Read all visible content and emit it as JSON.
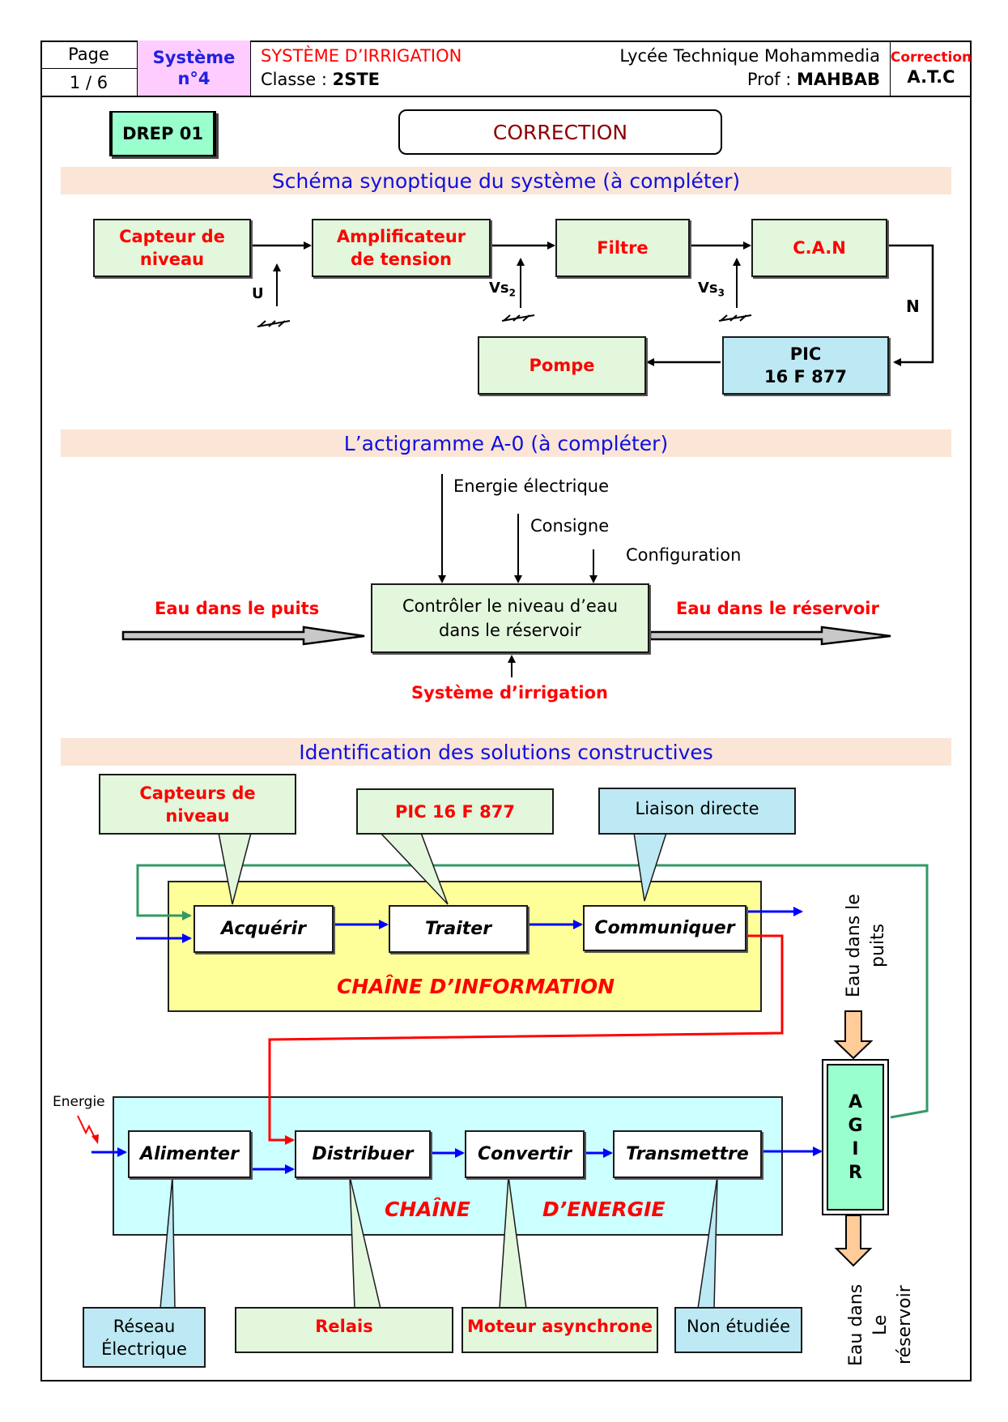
{
  "header": {
    "page_label": "Page",
    "page_value": "1 / 6",
    "system_label": "Système",
    "system_number": "n°4",
    "title": "SYSTÈME D’IRRIGATION",
    "class_label": "Classe : ",
    "class_value": "2STE",
    "school": "Lycée Technique Mohammedia",
    "prof_label": "Prof : ",
    "prof_value": "MAHBAB",
    "correction_label": "Correction",
    "subject": "A.T.C"
  },
  "doc_tag": "DREP 01",
  "correction_banner": "CORRECTION",
  "sections": {
    "synoptic_title": "Schéma synoptique du système (à compléter)",
    "actigram_title": "L’actigramme A-0 (à compléter)",
    "solutions_title": "Identification des solutions constructives"
  },
  "synoptic": {
    "blocks": {
      "sensor": [
        "Capteur de",
        "niveau"
      ],
      "amplifier": [
        "Amplificateur",
        "de tension"
      ],
      "filter": [
        "Filtre"
      ],
      "adc": [
        "C.A.N"
      ],
      "pump": [
        "Pompe"
      ],
      "pic": [
        "PIC",
        "16 F 877"
      ]
    },
    "signals": {
      "u": "U",
      "vs2_base": "Vs",
      "vs2_sub": "2",
      "vs3_base": "Vs",
      "vs3_sub": "3",
      "n": "N"
    }
  },
  "actigram": {
    "function": [
      "Contrôler le niveau d’eau",
      "dans le réservoir"
    ],
    "input": "Eau dans le puits",
    "output": "Eau dans le réservoir",
    "controls": [
      "Energie électrique",
      "Consigne",
      "Configuration"
    ],
    "support": "Système d’irrigation"
  },
  "solutions": {
    "info_chain_label": "CHAÎNE D’INFORMATION",
    "energy_chain_label_1": "CHAÎNE",
    "energy_chain_label_2": "D’ENERGIE",
    "info_functions": [
      "Acquérir",
      "Traiter",
      "Communiquer"
    ],
    "energy_functions": [
      "Alimenter",
      "Distribuer",
      "Convertir",
      "Transmettre"
    ],
    "info_callouts": [
      {
        "text": [
          "Capteurs de",
          "niveau"
        ]
      },
      {
        "text": [
          "PIC 16 F 877"
        ]
      },
      {
        "text": [
          "Liaison directe"
        ]
      }
    ],
    "energy_callouts": [
      {
        "text": [
          "Réseau",
          "Électrique"
        ]
      },
      {
        "text": [
          "Relais"
        ]
      },
      {
        "text": [
          "Moteur asynchrone"
        ]
      },
      {
        "text": [
          "Non étudiée"
        ]
      }
    ],
    "energy_input": "Energie",
    "act_letters": [
      "A",
      "G",
      "I",
      "R"
    ],
    "water_in": [
      "Eau dans le",
      "puits"
    ],
    "water_out": [
      "Eau dans",
      "Le réservoir"
    ]
  },
  "colors": {
    "title_red": "#ff0000",
    "section_blue": "#1010e0",
    "banner_bg": "#fbe5d6",
    "block_green": "#e2f7dc",
    "block_cyan": "#bde9f4",
    "info_chain_bg": "#ffff99",
    "energy_chain_bg": "#ccffff",
    "act_bg": "#99ffcc",
    "tag_bg": "#99ffcc",
    "system_cell_bg": "#ffccff",
    "flow_blue": "#0000ff",
    "feedback_green": "#339966",
    "order_red": "#ff0000",
    "water_arrow": "#ffcc99"
  }
}
